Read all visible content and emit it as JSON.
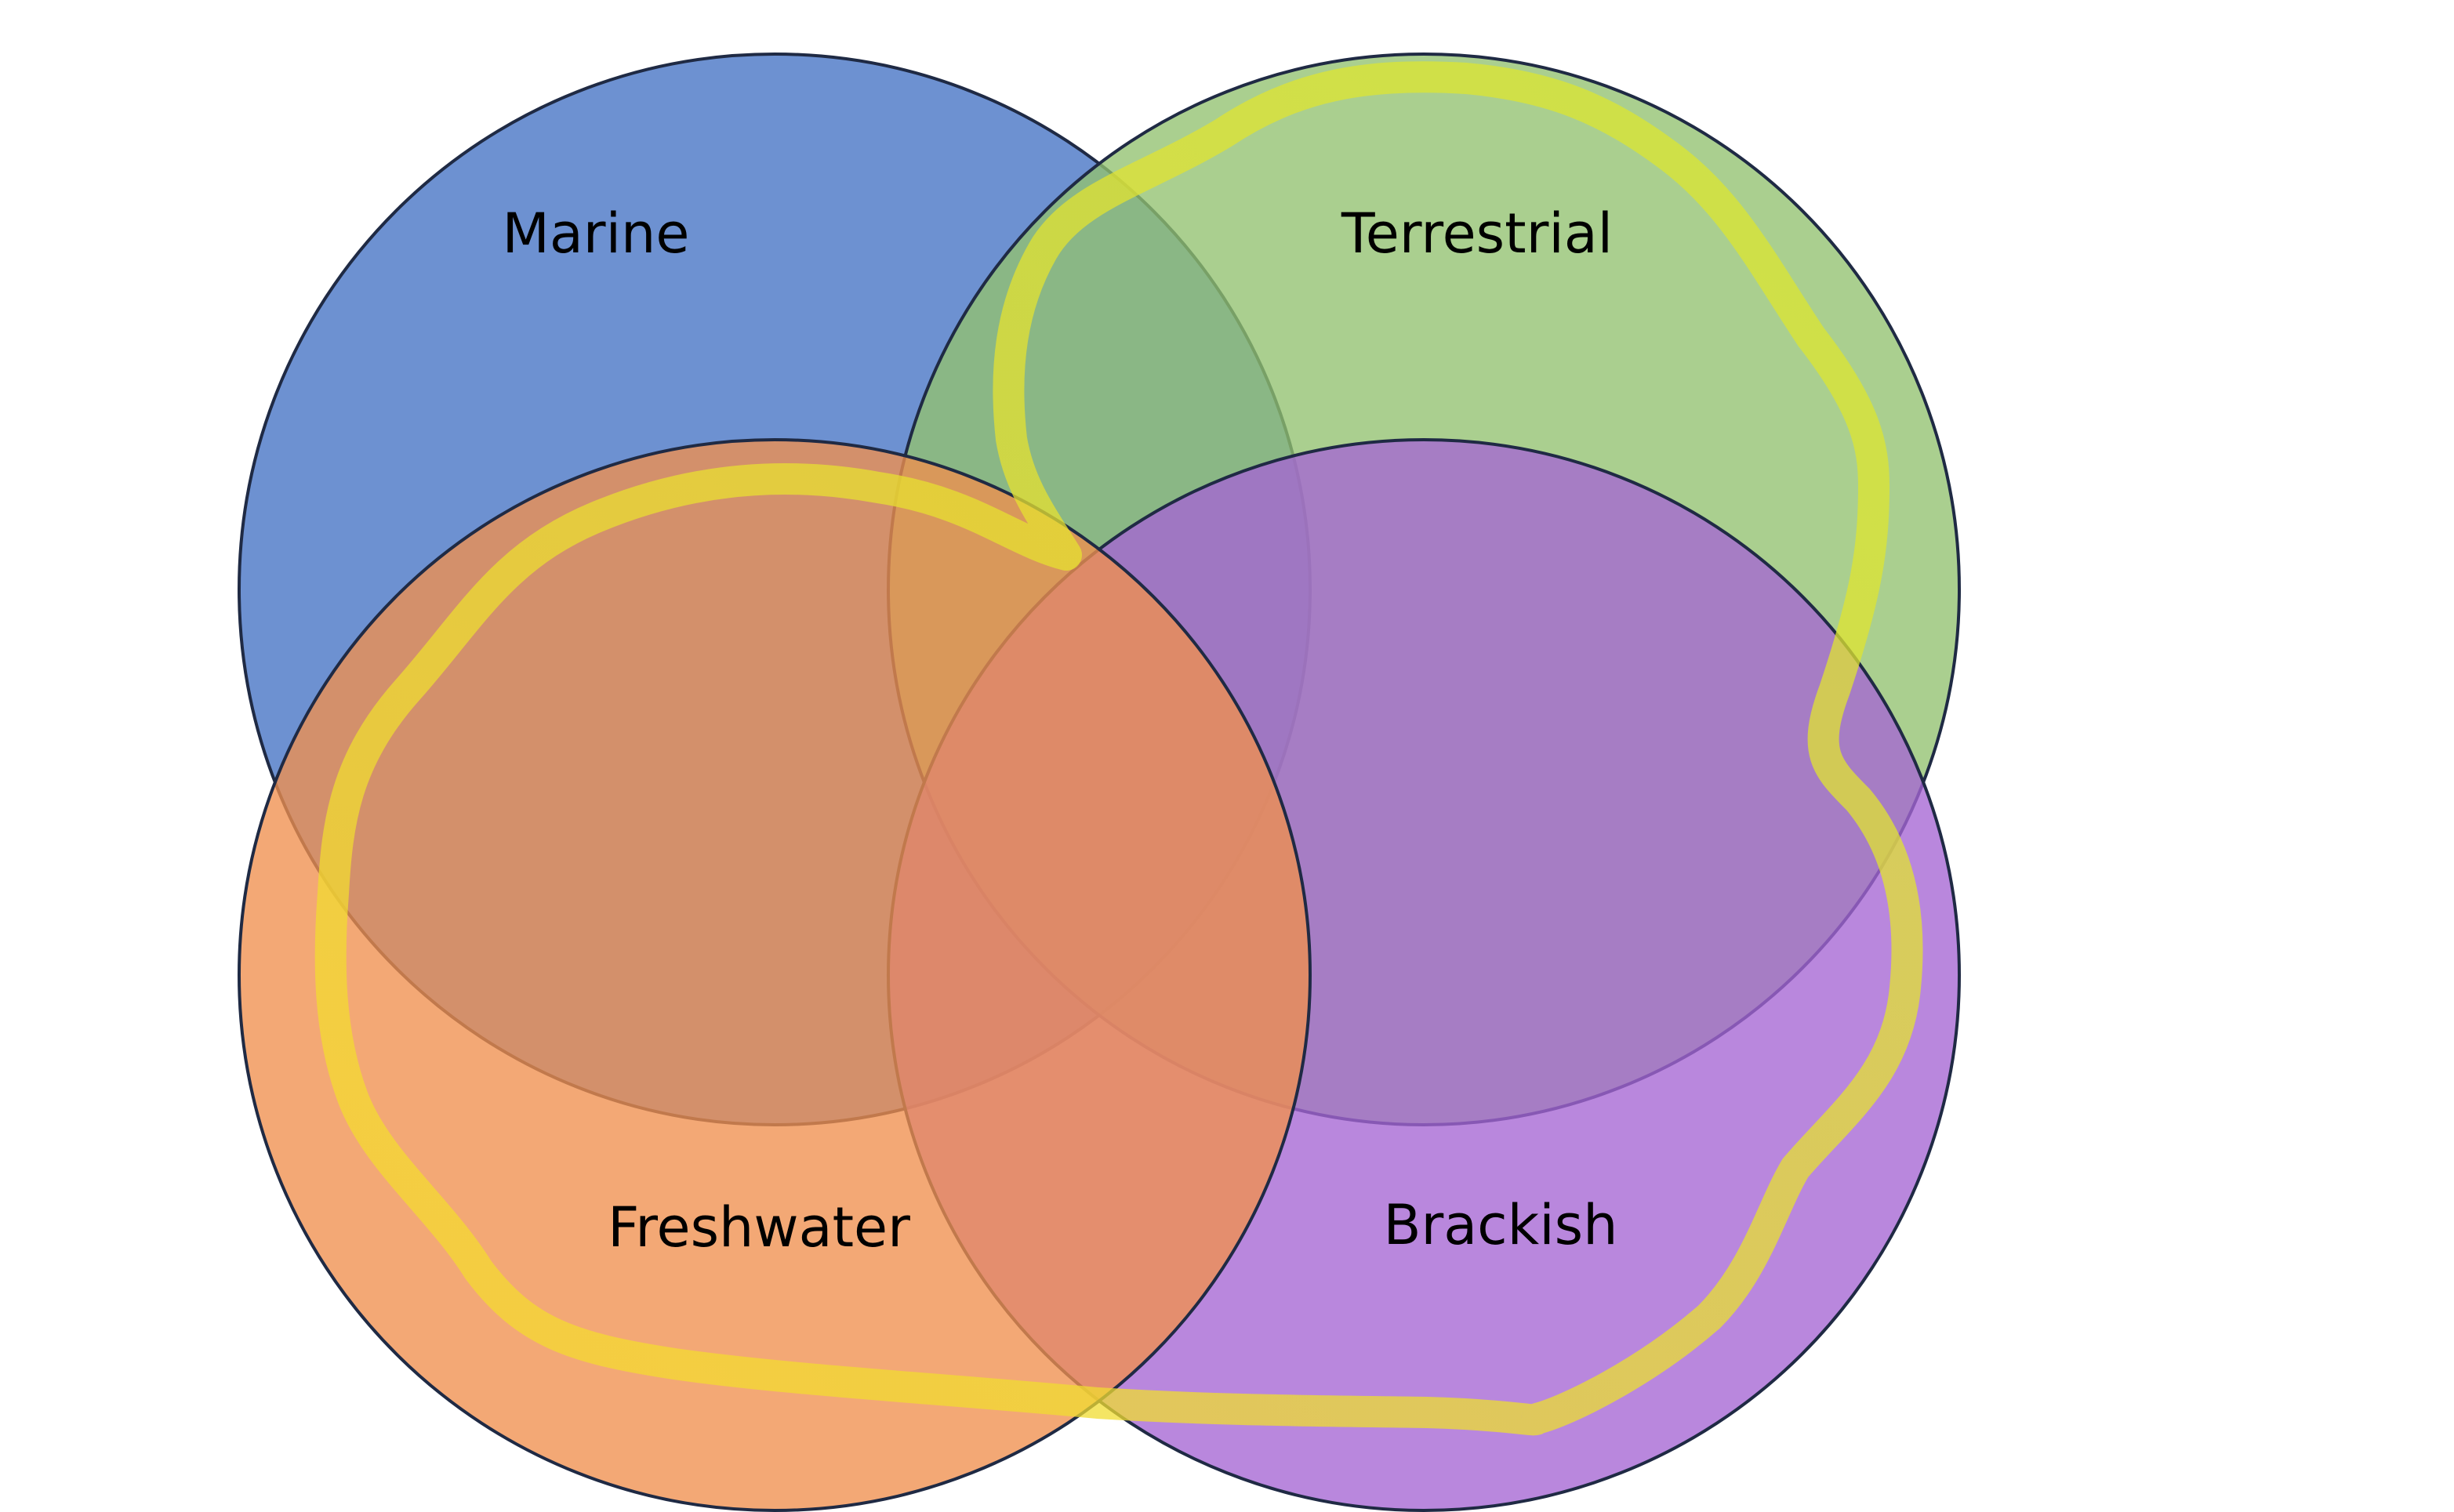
{
  "diagram": {
    "type": "venn",
    "sets": [
      {
        "id": "marine",
        "label": "Marine",
        "fill": "#4472c4",
        "stroke": "#1f2a44"
      },
      {
        "id": "terrestrial",
        "label": "Terrestrial",
        "fill": "#92c26f",
        "stroke": "#1f2a44"
      },
      {
        "id": "freshwater",
        "label": "Freshwater",
        "fill": "#f0904e",
        "stroke": "#1f2a44"
      },
      {
        "id": "brackish",
        "label": "Brackish",
        "fill": "#a565d4",
        "stroke": "#1f2a44"
      }
    ],
    "highlight": {
      "color_freshwater": "#f8d830",
      "color_terrestrial": "#d8e830",
      "description_none": ""
    }
  }
}
